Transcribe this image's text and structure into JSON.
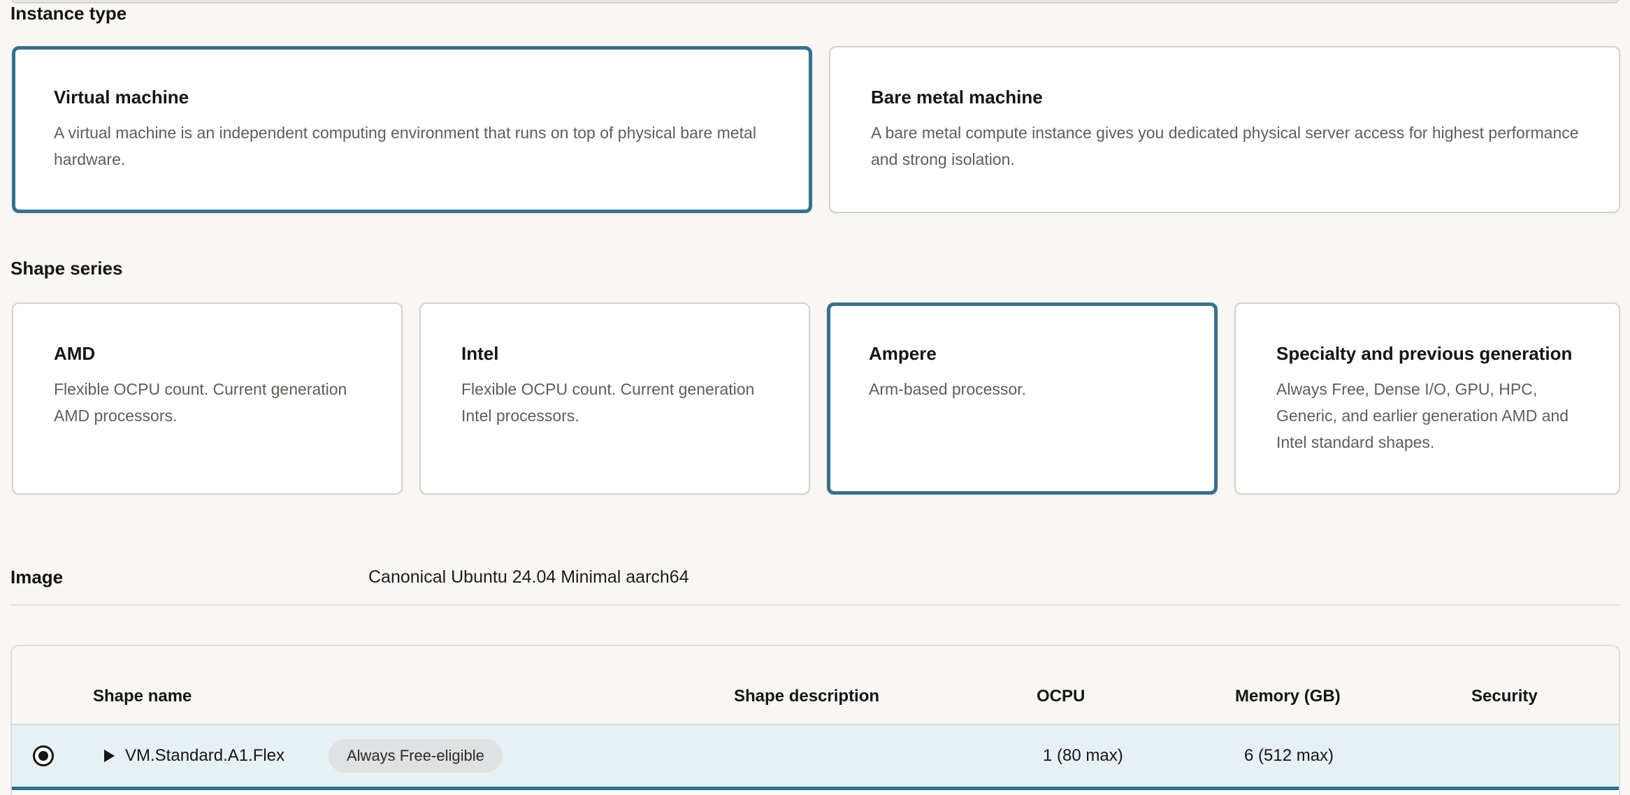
{
  "page": {
    "background_color": "#f8f7f5",
    "accent_color": "#38718c",
    "row_highlight_color": "#e7f0f5"
  },
  "instance_type": {
    "heading": "Instance type",
    "cards": [
      {
        "title": "Virtual machine",
        "description": "A virtual machine is an independent computing environment that runs on top of physical bare metal hardware.",
        "selected": true
      },
      {
        "title": "Bare metal machine",
        "description": "A bare metal compute instance gives you dedicated physical server access for highest performance and strong isolation.",
        "selected": false
      }
    ]
  },
  "shape_series": {
    "heading": "Shape series",
    "cards": [
      {
        "title": "AMD",
        "description": "Flexible OCPU count. Current generation AMD processors.",
        "selected": false
      },
      {
        "title": "Intel",
        "description": "Flexible OCPU count. Current generation Intel processors.",
        "selected": false
      },
      {
        "title": "Ampere",
        "description": "Arm-based processor.",
        "selected": true
      },
      {
        "title": "Specialty and previous generation",
        "description": "Always Free, Dense I/O, GPU, HPC, Generic, and earlier generation AMD and Intel standard shapes.",
        "selected": false
      }
    ]
  },
  "image_section": {
    "label": "Image",
    "value": "Canonical Ubuntu 24.04 Minimal aarch64"
  },
  "shape_table": {
    "columns": {
      "shape_name": "Shape name",
      "shape_description": "Shape description",
      "ocpu": "OCPU",
      "memory": "Memory (GB)",
      "security": "Security"
    },
    "rows": [
      {
        "selected": true,
        "shape_name": "VM.Standard.A1.Flex",
        "badge": "Always Free-eligible",
        "shape_description": "",
        "ocpu": "1 (80 max)",
        "memory": "6 (512 max)",
        "security": ""
      }
    ]
  }
}
